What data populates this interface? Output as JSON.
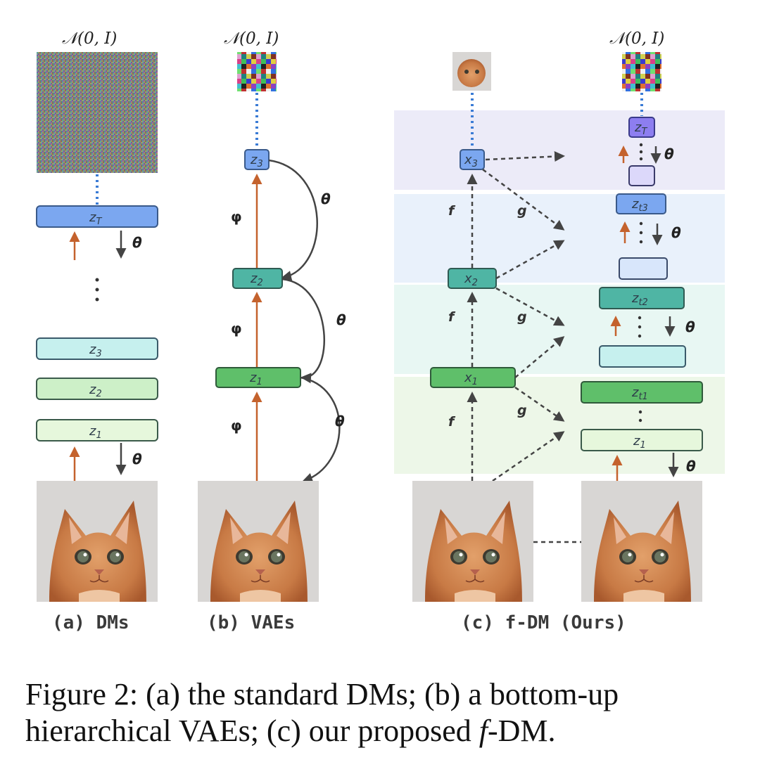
{
  "figure": {
    "noise_label": "𝒩(0, I)",
    "panel_a": {
      "caption": "(a) DMs",
      "top_block": "zT",
      "blocks": [
        "z3",
        "z2",
        "z1"
      ],
      "theta": "θ"
    },
    "panel_b": {
      "caption": "(b) VAEs",
      "nodes": [
        "z3",
        "z2",
        "z1"
      ],
      "phi": "φ",
      "theta": "θ"
    },
    "panel_c": {
      "caption": "(c) f-DM (Ours)",
      "x_nodes": [
        "x3",
        "x2",
        "x1"
      ],
      "z_nodes": [
        "zT",
        "zt3",
        "zt2",
        "zt1",
        "z1"
      ],
      "f": "f",
      "g": "g",
      "theta": "θ"
    }
  },
  "caption": {
    "prefix": "Figure 2: (a) the standard DMs; (b) a bottom-up hierarchical VAEs; (c) our proposed ",
    "f": "f",
    "suffix": "-DM."
  }
}
